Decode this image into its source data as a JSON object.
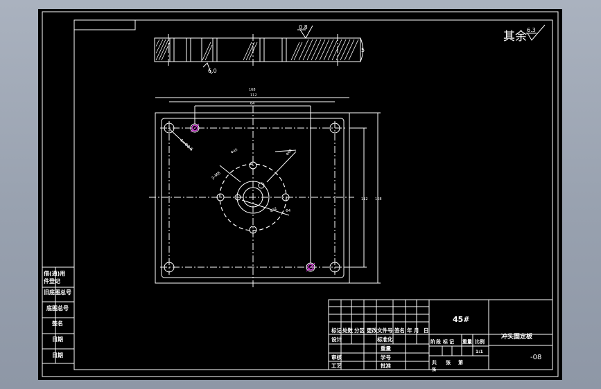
{
  "drawing": {
    "roughness": "其余",
    "roughness_value": "6.3",
    "side_roughness": "0.8",
    "side_roughness2": "6.0",
    "dims": {
      "top1": "168",
      "top2": "112",
      "top3": "64",
      "right1": "112",
      "right2": "168",
      "hole_note": "4×Φ8.5",
      "hole_note2": "3-M8",
      "ang1": "Φ45",
      "ang2": "Φ32",
      "ang3": "Φ4",
      "ang4": "Φ60"
    }
  },
  "left_panel": [
    "借(通)用",
    "件登记",
    "旧底图总号",
    "底图总号",
    "签名",
    "日期",
    "日期"
  ],
  "title_block": {
    "material": "45#",
    "part_name": "冲头固定板",
    "drawing_no": "-08",
    "scale": "1:1",
    "row_headers": [
      "标记",
      "处数",
      "分区",
      "更改文件号",
      "签名",
      "年",
      "月",
      "日"
    ],
    "left_rows": [
      "设计",
      "",
      "审核",
      "工艺"
    ],
    "mid_rows": [
      "标准化",
      "重量",
      "学号",
      "批准"
    ],
    "stage_headers": [
      "阶",
      "段",
      "标",
      "记",
      "重量",
      "比例"
    ],
    "sheet": [
      "共",
      "张",
      "第",
      "张"
    ]
  }
}
